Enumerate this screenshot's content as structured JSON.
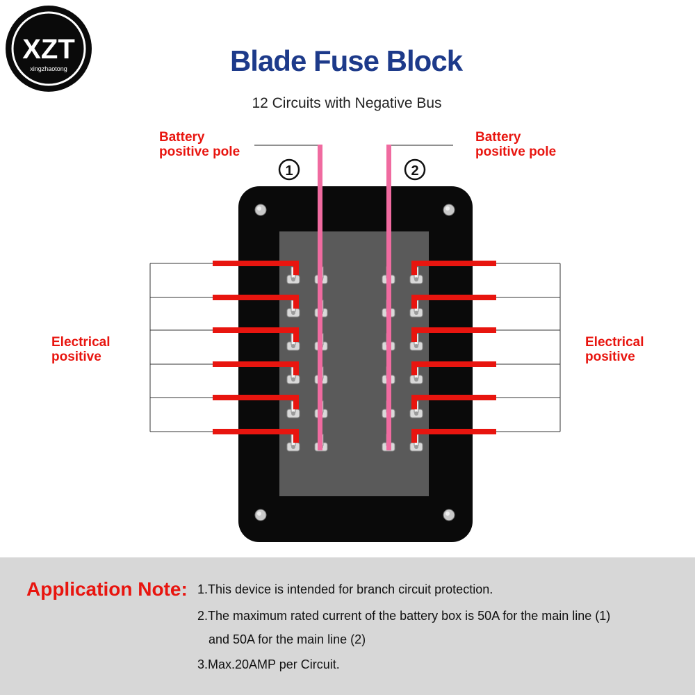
{
  "logo": {
    "brand": "XZT",
    "subtitle": "xingzhaotong"
  },
  "title": "Blade Fuse Block",
  "subtitle": "12 Circuits with Negative Bus",
  "labels": {
    "battery_left_line1": "Battery",
    "battery_left_line2": "positive pole",
    "battery_right_line1": "Battery",
    "battery_right_line2": "positive pole",
    "electrical_left_line1": "Electrical",
    "electrical_left_line2": "positive",
    "electrical_right_line1": "Electrical",
    "electrical_right_line2": "positive",
    "circle_1": "1",
    "circle_2": "2"
  },
  "note": {
    "heading": "Application Note:",
    "line1": "1.This device is intended for branch circuit protection.",
    "line2": "2.The maximum rated current of the battery box is 50A for the main line (1)",
    "line2b": "and 50A for the main line (2)",
    "line3": "3.Max.20AMP per Circuit."
  },
  "colors": {
    "title_blue": "#1d3a8a",
    "label_red": "#e8150f",
    "wire_red": "#e8150f",
    "bus_pink": "#f06ba0",
    "block_black": "#0a0a0a",
    "panel_gray": "#5a5a5a",
    "note_bg": "#d7d7d7"
  },
  "icons": [
    "xzt-logo",
    "screw-icon",
    "terminal-icon"
  ]
}
